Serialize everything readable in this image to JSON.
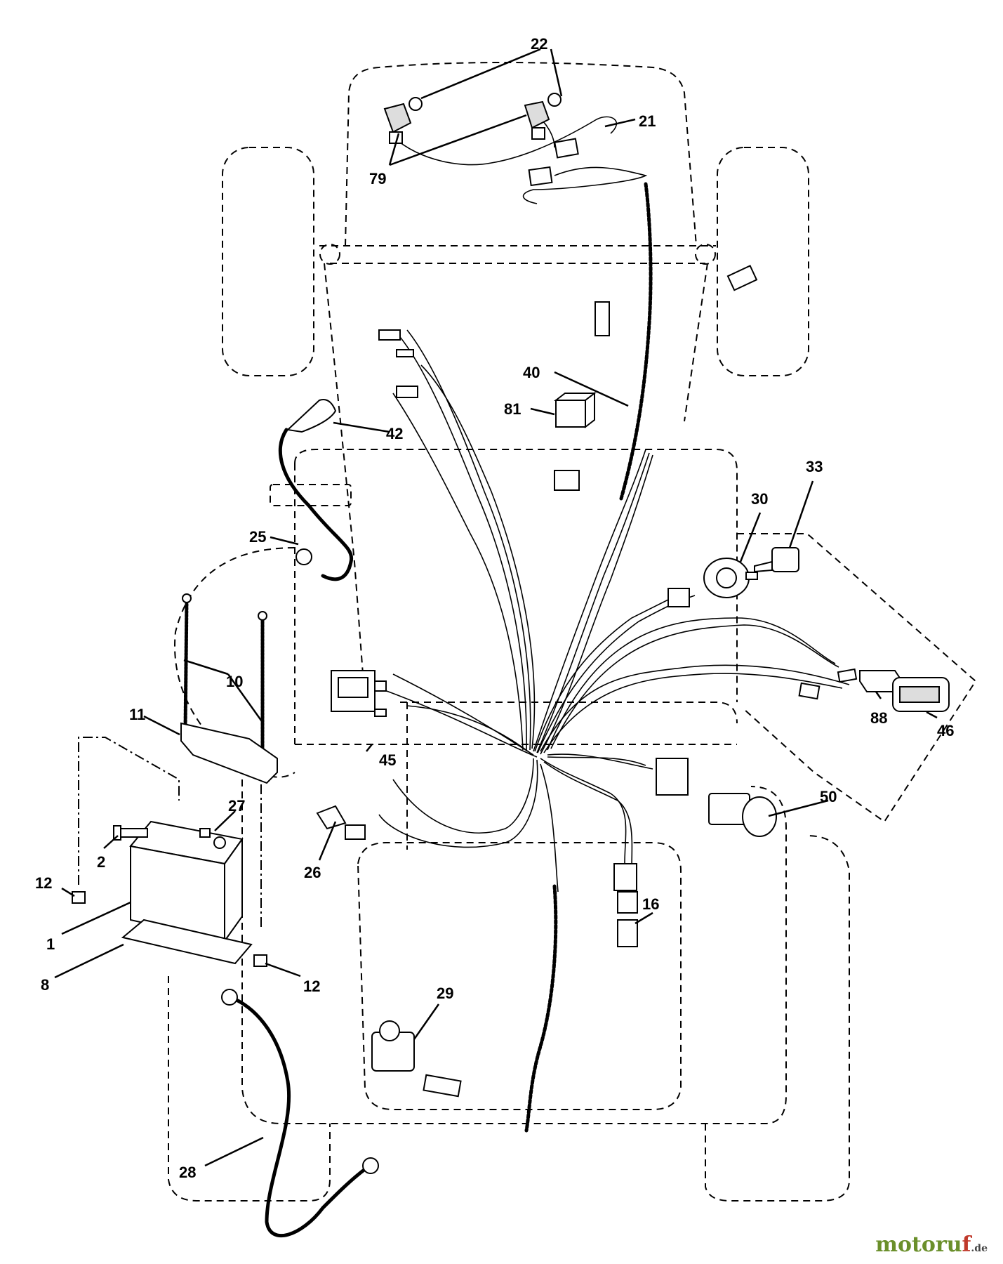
{
  "diagram": {
    "callouts": {
      "c1": "1",
      "c2": "2",
      "c8": "8",
      "c10": "10",
      "c11": "11",
      "c12a": "12",
      "c12b": "12",
      "c16": "16",
      "c21": "21",
      "c22": "22",
      "c25": "25",
      "c26": "26",
      "c27": "27",
      "c28": "28",
      "c29": "29",
      "c30": "30",
      "c33": "33",
      "c40": "40",
      "c42": "42",
      "c45": "45",
      "c46": "46",
      "c50": "50",
      "c79": "79",
      "c81": "81",
      "c88": "88"
    }
  },
  "watermark": {
    "brand": "motoruf",
    "suffix": ".de",
    "colors": [
      "#6a8f2a",
      "#c0392b",
      "#2f6db5",
      "#e0a020"
    ]
  }
}
